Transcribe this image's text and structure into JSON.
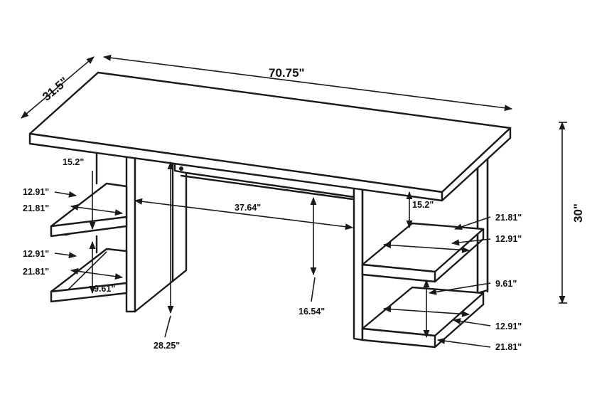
{
  "dimensions": {
    "depth": "31.5\"",
    "width": "70.75\"",
    "height": "30\"",
    "left_top_clearance": "15.2\"",
    "left_upper_shelf_depth": "12.91\"",
    "left_upper_shelf_width": "21.81\"",
    "left_lower_shelf_depth": "12.91\"",
    "left_lower_shelf_width": "21.81\"",
    "left_shelf_spacing": "9.61\"",
    "knee_width": "37.64\"",
    "knee_height_left": "28.25\"",
    "knee_height_right": "16.54\"",
    "right_top_clearance": "15.2\"",
    "right_upper_shelf_width": "21.81\"",
    "right_upper_shelf_depth": "12.91\"",
    "right_shelf_spacing": "9.61\"",
    "right_lower_shelf_depth": "12.91\"",
    "right_lower_shelf_width": "21.81\""
  }
}
